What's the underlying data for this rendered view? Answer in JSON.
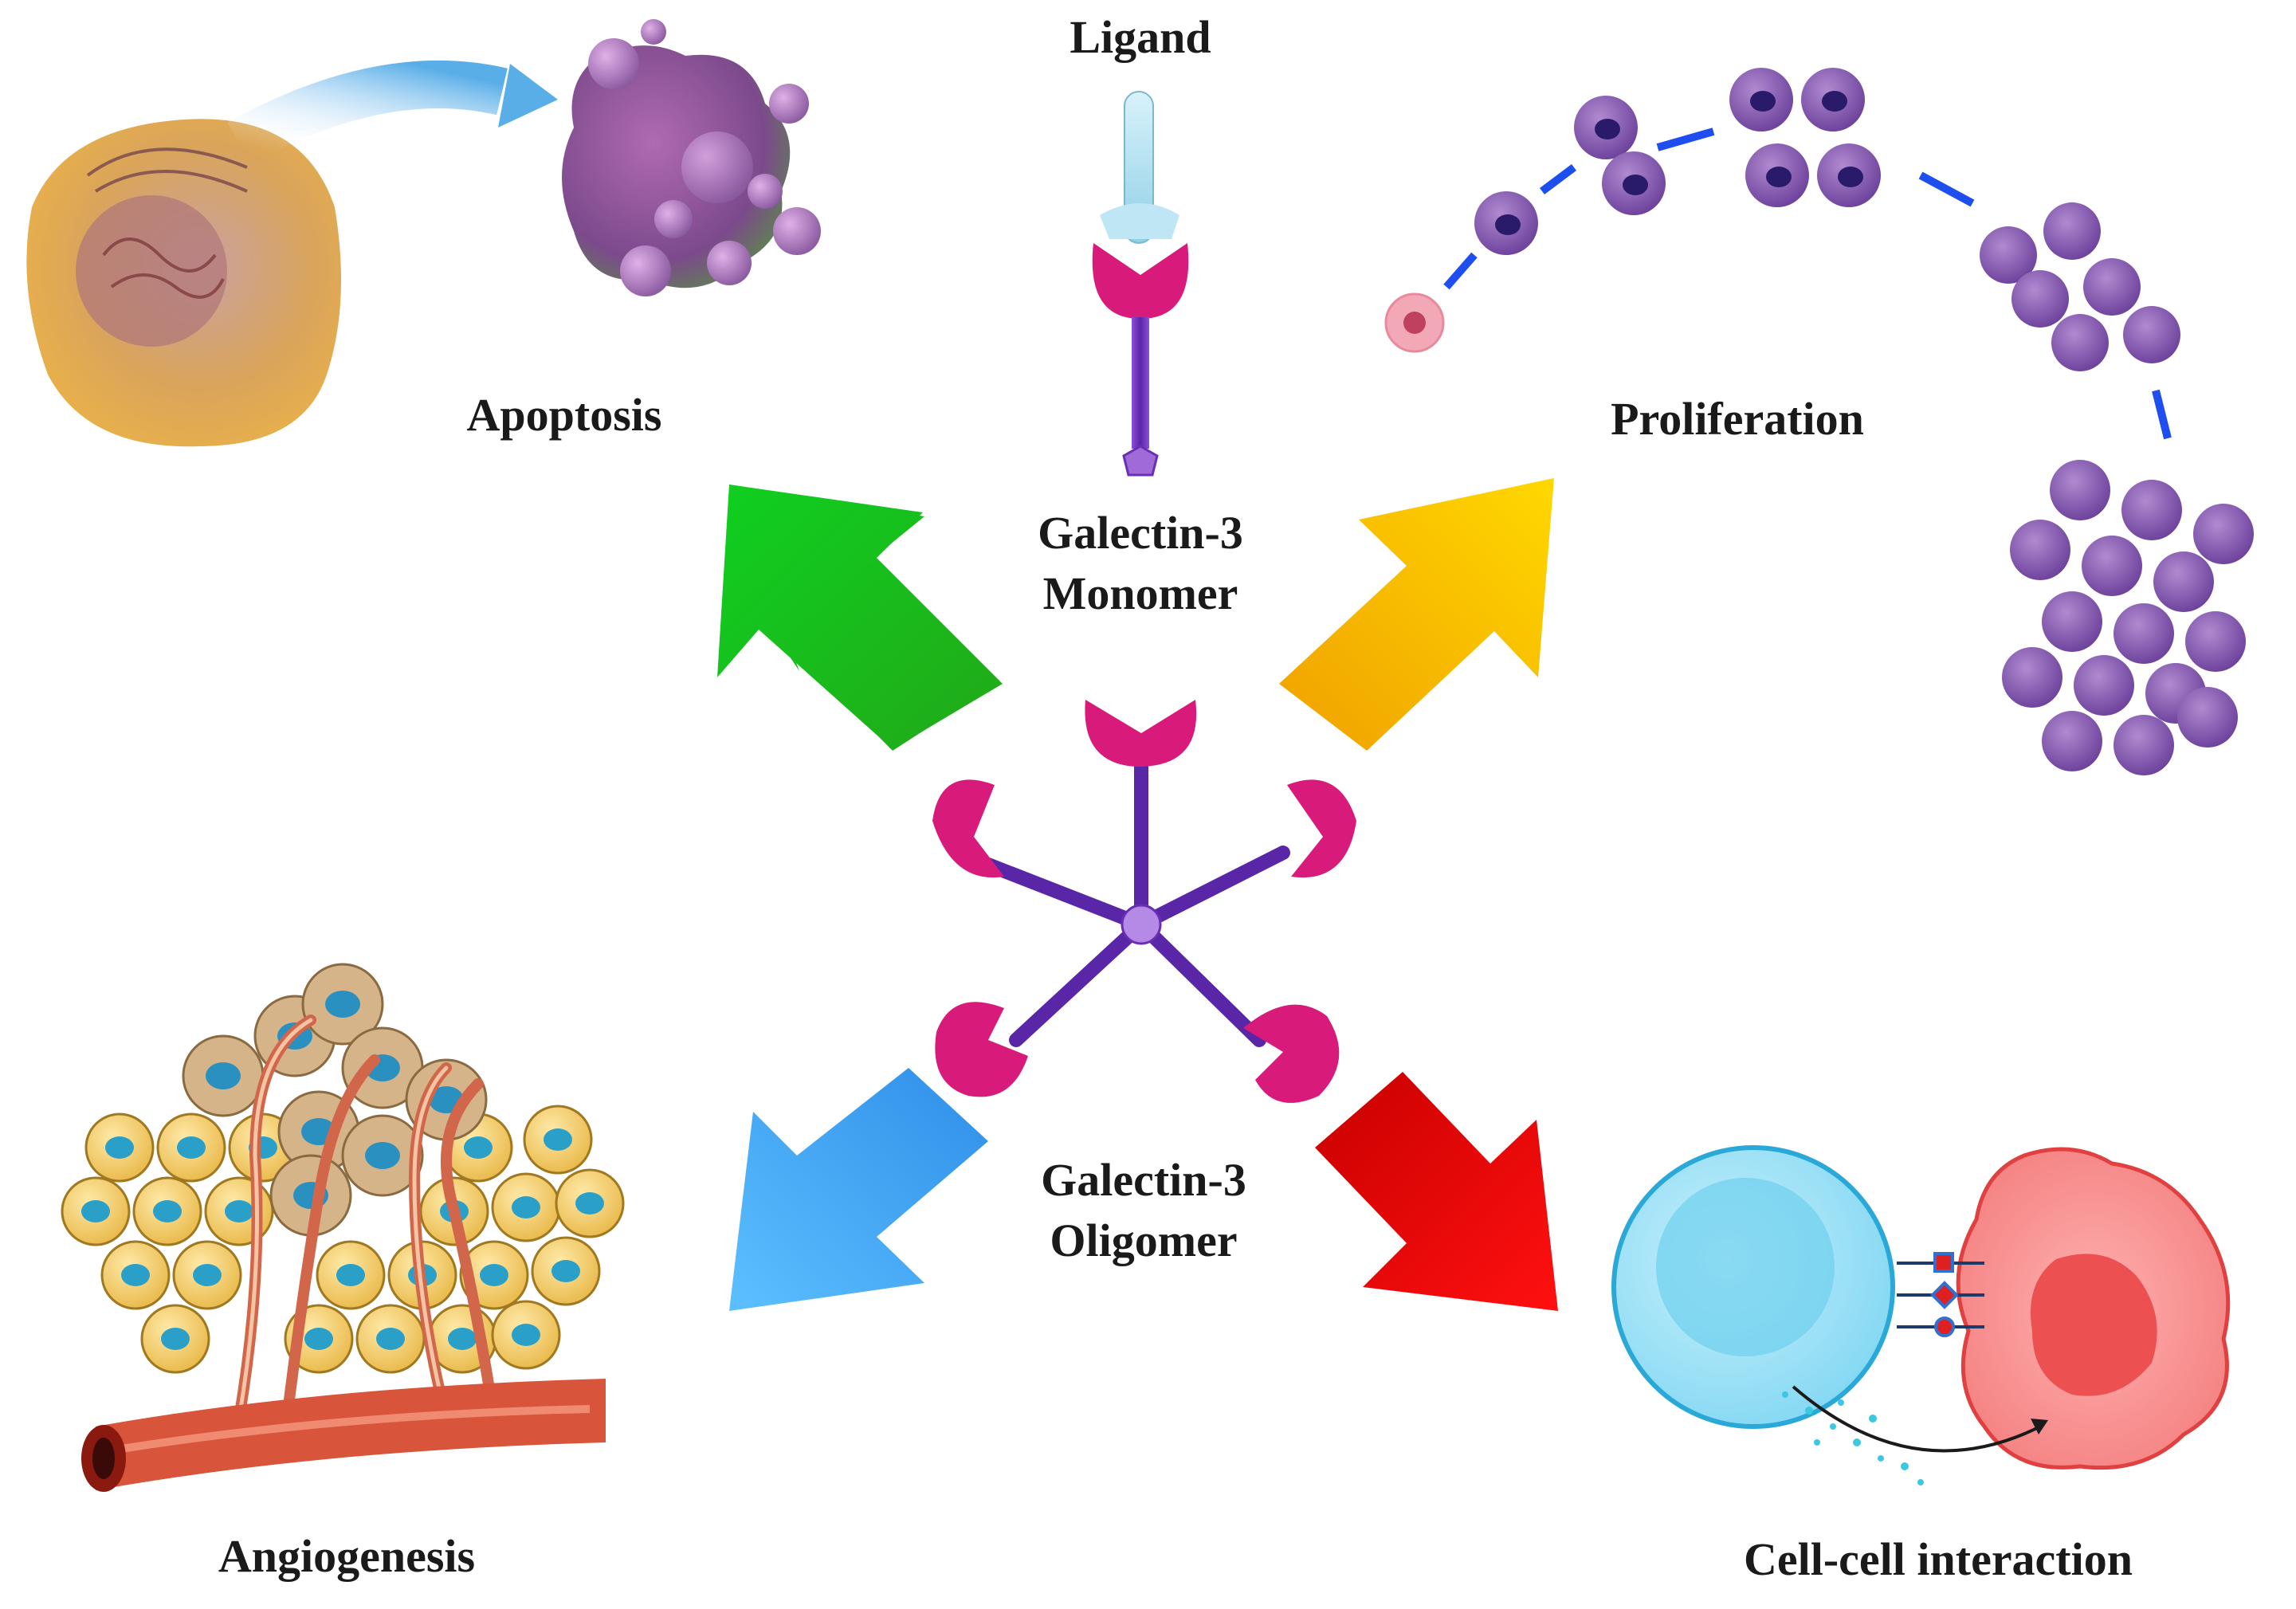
{
  "labels": {
    "ligand": "Ligand",
    "monomer_line1": "Galectin-3",
    "monomer_line2": "Monomer",
    "oligomer_line1": "Galectin-3",
    "oligomer_line2": "Oligomer",
    "apoptosis": "Apoptosis",
    "proliferation": "Proliferation",
    "angiogenesis": "Angiogenesis",
    "cell_cell_interaction": "Cell-cell interaction"
  },
  "colors": {
    "arrow_apoptosis": "#18c018",
    "arrow_proliferation": "#f2b400",
    "arrow_angiogenesis": "#3fa9f5",
    "arrow_interaction": "#e00000",
    "galectin_crd": "#d81b7a",
    "galectin_stalk": "#6a2fb0",
    "ligand": "#9fd8ec",
    "proliferation_cell": "#7a4fa8"
  },
  "icons": {
    "monomer": "galectin-3-monomer-icon",
    "oligomer": "galectin-3-pentamer-icon",
    "apoptosis": "apoptotic-cell-icon",
    "proliferation": "dividing-cells-icon",
    "angiogenesis": "tumor-blood-vessel-icon",
    "interaction": "immune-cell-tumor-cell-icon"
  }
}
